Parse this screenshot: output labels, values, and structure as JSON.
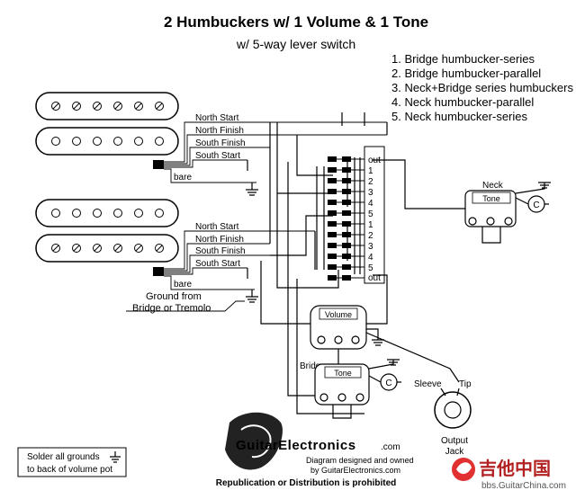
{
  "title": "2 Humbuckers w/ 1 Volume & 1 Tone",
  "subtitle": "w/ 5-way lever switch",
  "positions": [
    "1. Bridge humbucker-series",
    "2. Bridge humbucker-parallel",
    "3. Neck+Bridge series humbuckers",
    "4. Neck humbucker-parallel",
    "5. Neck humbucker-series"
  ],
  "pickups": {
    "neck": {
      "wires": [
        "North Start",
        "North Finish",
        "South Finish",
        "South Start"
      ],
      "bare": "bare"
    },
    "bridge": {
      "wires": [
        "North Start",
        "North Finish",
        "South Finish",
        "South Start"
      ],
      "bare": "bare"
    }
  },
  "switch": {
    "upper": [
      "out",
      "1",
      "2",
      "3",
      "4",
      "5"
    ],
    "lower": [
      "1",
      "2",
      "3",
      "4",
      "5",
      "out"
    ]
  },
  "ground_note": [
    "Ground from",
    "Bridge or Tremolo"
  ],
  "controls": {
    "neck_label": "Neck",
    "bridge_label": "Bridge",
    "tone": "Tone",
    "volume": "Volume",
    "cap": "C"
  },
  "jack": {
    "sleeve": "Sleeve",
    "tip": "Tip",
    "label": [
      "Output",
      "Jack"
    ]
  },
  "solder_note": [
    "Solder all grounds",
    "to back of volume pot"
  ],
  "logo": {
    "brand": "GuitarElectronics",
    "tag": ".com",
    "credit1": "Diagram designed and owned",
    "credit2": "by GuitarElectronics.com",
    "notice": "Republication or Distribution is prohibited"
  },
  "watermark": {
    "chinese": "吉他中国",
    "url": "bbs.GuitarChina.com"
  }
}
